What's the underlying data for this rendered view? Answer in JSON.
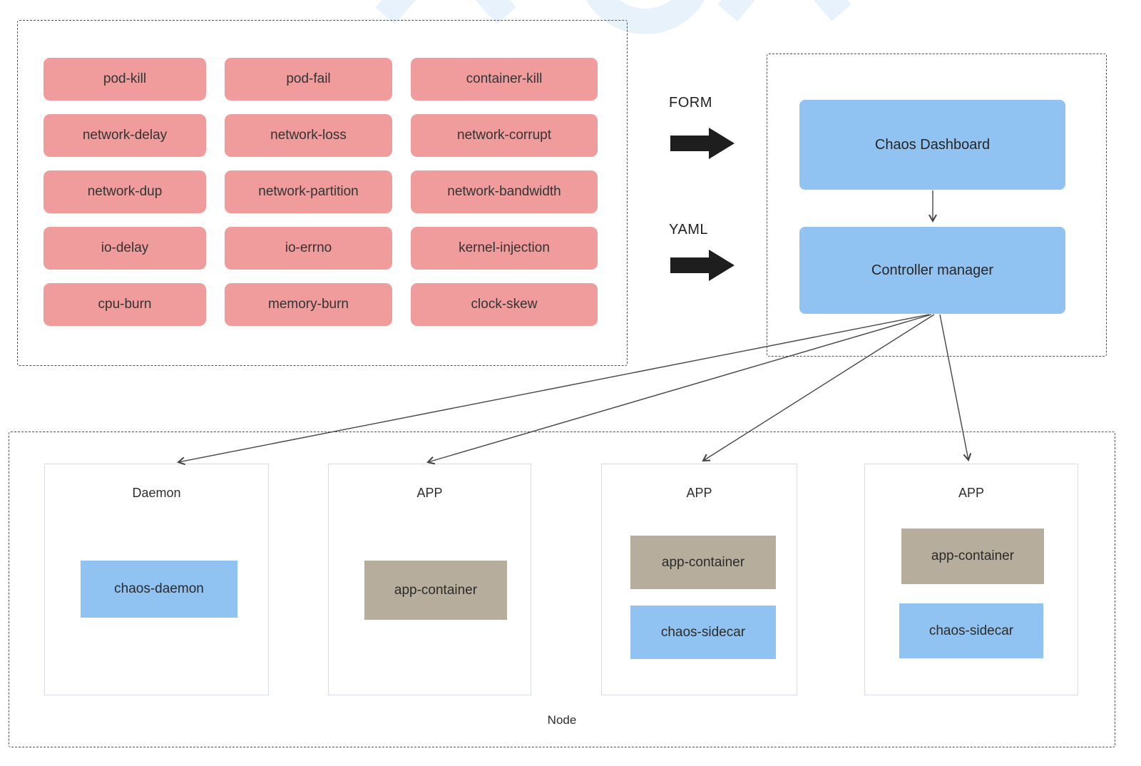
{
  "experiments": [
    "pod-kill",
    "pod-fail",
    "container-kill",
    "network-delay",
    "network-loss",
    "network-corrupt",
    "network-dup",
    "network-partition",
    "network-bandwidth",
    "io-delay",
    "io-errno",
    "kernel-injection",
    "cpu-burn",
    "memory-burn",
    "clock-skew"
  ],
  "flows": {
    "form": "FORM",
    "yaml": "YAML"
  },
  "control": {
    "dashboard": "Chaos Dashboard",
    "controller": "Controller manager"
  },
  "node": {
    "label": "Node",
    "pods": [
      {
        "title": "Daemon",
        "containers": [
          {
            "label": "chaos-daemon",
            "type": "blue"
          }
        ]
      },
      {
        "title": "APP",
        "containers": [
          {
            "label": "app-container",
            "type": "tan"
          }
        ]
      },
      {
        "title": "APP",
        "containers": [
          {
            "label": "app-container",
            "type": "tan"
          },
          {
            "label": "chaos-sidecar",
            "type": "blue"
          }
        ]
      },
      {
        "title": "APP",
        "containers": [
          {
            "label": "app-container",
            "type": "tan"
          },
          {
            "label": "chaos-sidecar",
            "type": "blue"
          }
        ]
      }
    ]
  },
  "colors": {
    "experiment_pink": "#f19c9c",
    "control_blue": "#90c3f1",
    "container_tan": "#b7ad9d",
    "arrow_black": "#1e1e1e",
    "connector_gray": "#444444"
  }
}
